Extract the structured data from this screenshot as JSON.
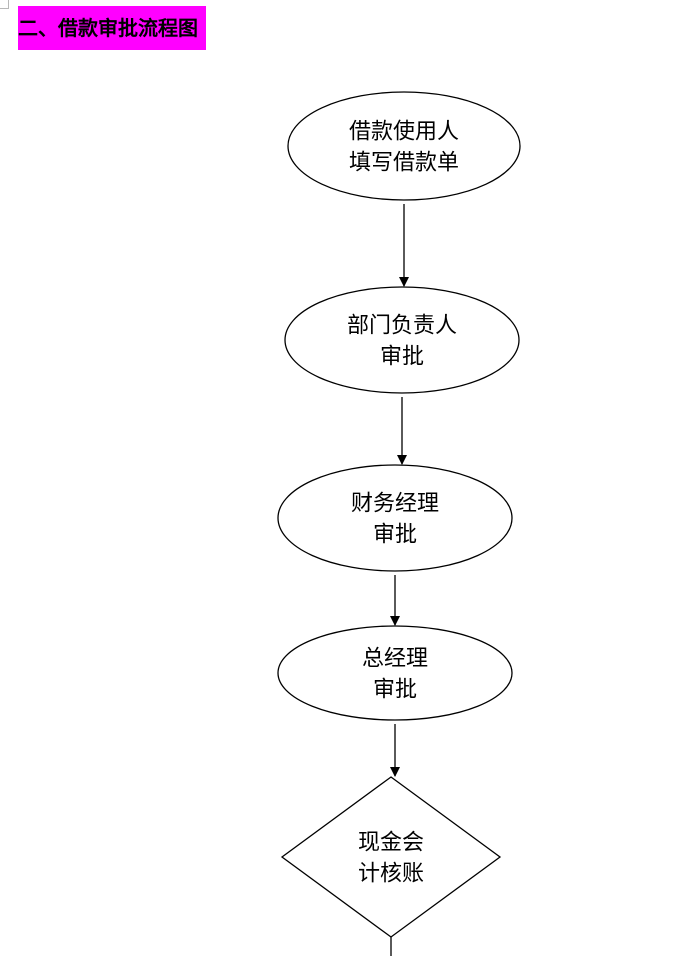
{
  "heading": {
    "text": "二、借款审批流程图",
    "highlight_color": "#ff00ff"
  },
  "flowchart": {
    "nodes": [
      {
        "id": "borrower-fill-form",
        "shape": "ellipse",
        "lines": [
          "借款使用人",
          "填写借款单"
        ]
      },
      {
        "id": "dept-head-approval",
        "shape": "ellipse",
        "lines": [
          "部门负责人",
          "审批"
        ]
      },
      {
        "id": "finance-manager-approval",
        "shape": "ellipse",
        "lines": [
          "财务经理",
          "审批"
        ]
      },
      {
        "id": "general-manager-approval",
        "shape": "ellipse",
        "lines": [
          "总经理",
          "审批"
        ]
      },
      {
        "id": "cash-accountant-verify",
        "shape": "diamond",
        "lines": [
          "现金会",
          "计核账"
        ]
      }
    ],
    "edges": [
      {
        "from": "borrower-fill-form",
        "to": "dept-head-approval"
      },
      {
        "from": "dept-head-approval",
        "to": "finance-manager-approval"
      },
      {
        "from": "finance-manager-approval",
        "to": "general-manager-approval"
      },
      {
        "from": "general-manager-approval",
        "to": "cash-accountant-verify"
      }
    ]
  }
}
